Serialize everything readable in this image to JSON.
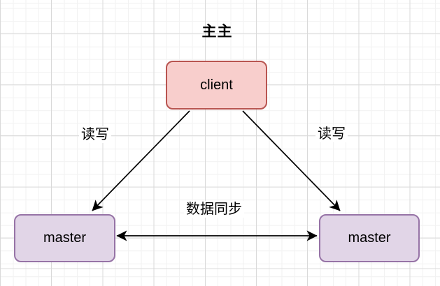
{
  "title": "主主",
  "nodes": {
    "client": {
      "label": "client"
    },
    "master_left": {
      "label": "master"
    },
    "master_right": {
      "label": "master"
    }
  },
  "edges": {
    "client_to_master_left": {
      "label": "读写",
      "direction": "client → master (left)"
    },
    "client_to_master_right": {
      "label": "读写",
      "direction": "client → master (right)"
    },
    "master_to_master": {
      "label": "数据同步",
      "direction": "bidirectional"
    }
  },
  "colors": {
    "client_fill": "#f8cecc",
    "client_border": "#b85450",
    "master_fill": "#e1d5e7",
    "master_border": "#9673a6",
    "edge_stroke": "#000000",
    "text": "#000000",
    "canvas_background": "#ffffff",
    "grid_minor": "#f2f2f2",
    "grid_major": "#d9d9d9"
  }
}
